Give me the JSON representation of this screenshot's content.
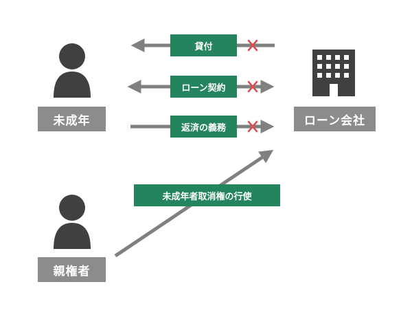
{
  "entities": {
    "minor": "未成年",
    "guardian": "親権者",
    "lender": "ローン会社"
  },
  "relations": {
    "loan": "貸付",
    "contract": "ローン契約",
    "repayment": "返済の義務",
    "cancellation": "未成年者取消権の行使"
  },
  "colors": {
    "person": "#404040",
    "building": "#404040",
    "arrow": "#808080",
    "green": "#23845d",
    "label_gray": "#8c8c8c",
    "cross": "#e04a4a"
  },
  "icons": {
    "person": "person-icon",
    "building": "building-icon",
    "cross": "cross-icon"
  }
}
